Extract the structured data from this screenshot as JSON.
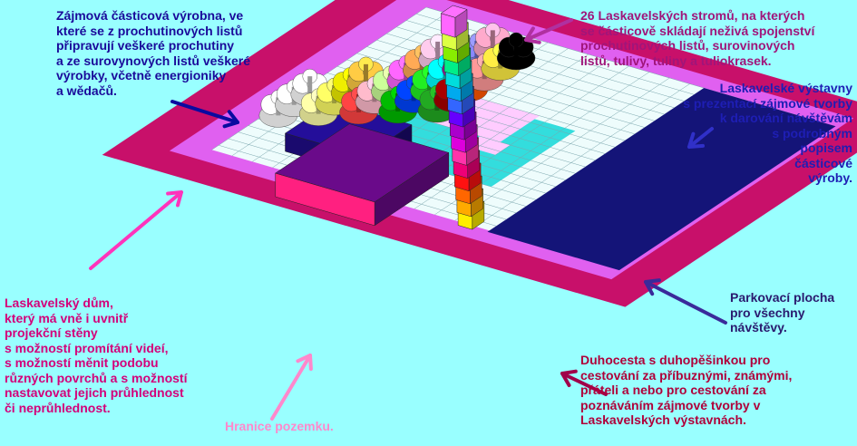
{
  "labels": {
    "factory": {
      "text": "Zájmová částicová výrobna, ve\nkteré se z prochutinových listů\npřipravují veškeré prochutiny\na ze surovynových listů veškeré\nvýrobky, včetně energioniky\na wědačů.",
      "color": "#1a0a9a"
    },
    "trees": {
      "text": "26 Laskavelských stromů, na kterých\nse částicově skládají neživá spojenství\nprochutinových listů, surovinových\nlistů, tulivy, tuliny a tuliokrasek.",
      "color": "#a0157a"
    },
    "exhibit": {
      "text": "Laskavelské výstavny\ns prezentací zájmové tvorby\nk darování návštěvám\ns podrobným\npopisem\nčásticové\nvýroby.",
      "color": "#1e1eb4"
    },
    "house": {
      "text": "Laskavelský dům,\nkterý má vně i uvnitř\nprojekční stěny\ns možností promítání videí,\ns možností měnit podobu\nrůzných povrchů a s možností\nnastavovat jejich průhlednost\nči neprůhlednost.",
      "color": "#d4007a"
    },
    "parking": {
      "text": "Parkovací plocha\npro všechny\nnávštěvy.",
      "color": "#2a1a6e"
    },
    "rainbow": {
      "text": "Duhocesta s duhopěšinkou pro\ncestování za příbuznými, známými,\npřáteli a nebo pro cestování za\npoznáváním zájmové tvorby v\nLaskavelských výstavnách.",
      "color": "#b0003a"
    },
    "border": {
      "text": "Hranice pozemku.",
      "color": "#ff88cc"
    }
  },
  "colors": {
    "background": "#99ffff",
    "outer_border": "#c8106a",
    "inner_border": "#e060f0",
    "grid": "#eefcfc",
    "teal_zone": "#33dddd",
    "pink_zone": "#ffccff",
    "parking": "#141478",
    "house_top": "#6a0a8a",
    "house_front": "#ff2080",
    "factory": "#1a0a6e",
    "arrow_factory": "#0a0aa0",
    "arrow_trees": "#b030a0",
    "arrow_exhibit": "#3030c8",
    "arrow_house": "#ff33bb",
    "arrow_parking": "#3a2a9a",
    "arrow_rainbow": "#a0004a",
    "arrow_border": "#ff88cc"
  },
  "trees": [
    "#ffffff",
    "#ffffff",
    "#ffffff",
    "#ffffaa",
    "#ffff66",
    "#eeee00",
    "#ffcc44",
    "#ff4444",
    "#ffbbcc",
    "#ccff99",
    "#ff66ff",
    "#ffaa55",
    "#ffccee",
    "#00bb00",
    "#0044ff",
    "#22ee22",
    "#00ffff",
    "#aa22aa",
    "#8888ff",
    "#ffaacc",
    "#22aa22",
    "#aa0000",
    "#ff5500",
    "#ff9999",
    "#ffee44",
    "#000000"
  ],
  "exhibits": [
    "#ffee00",
    "#ffaa00",
    "#ff6600",
    "#ff1111",
    "#ee0077",
    "#ff33aa",
    "#dd00dd",
    "#aa00cc",
    "#6600ff",
    "#3366ff",
    "#00aaee",
    "#00dddd",
    "#00ee88",
    "#88ee00",
    "#ddff44",
    "#ff66ff"
  ]
}
